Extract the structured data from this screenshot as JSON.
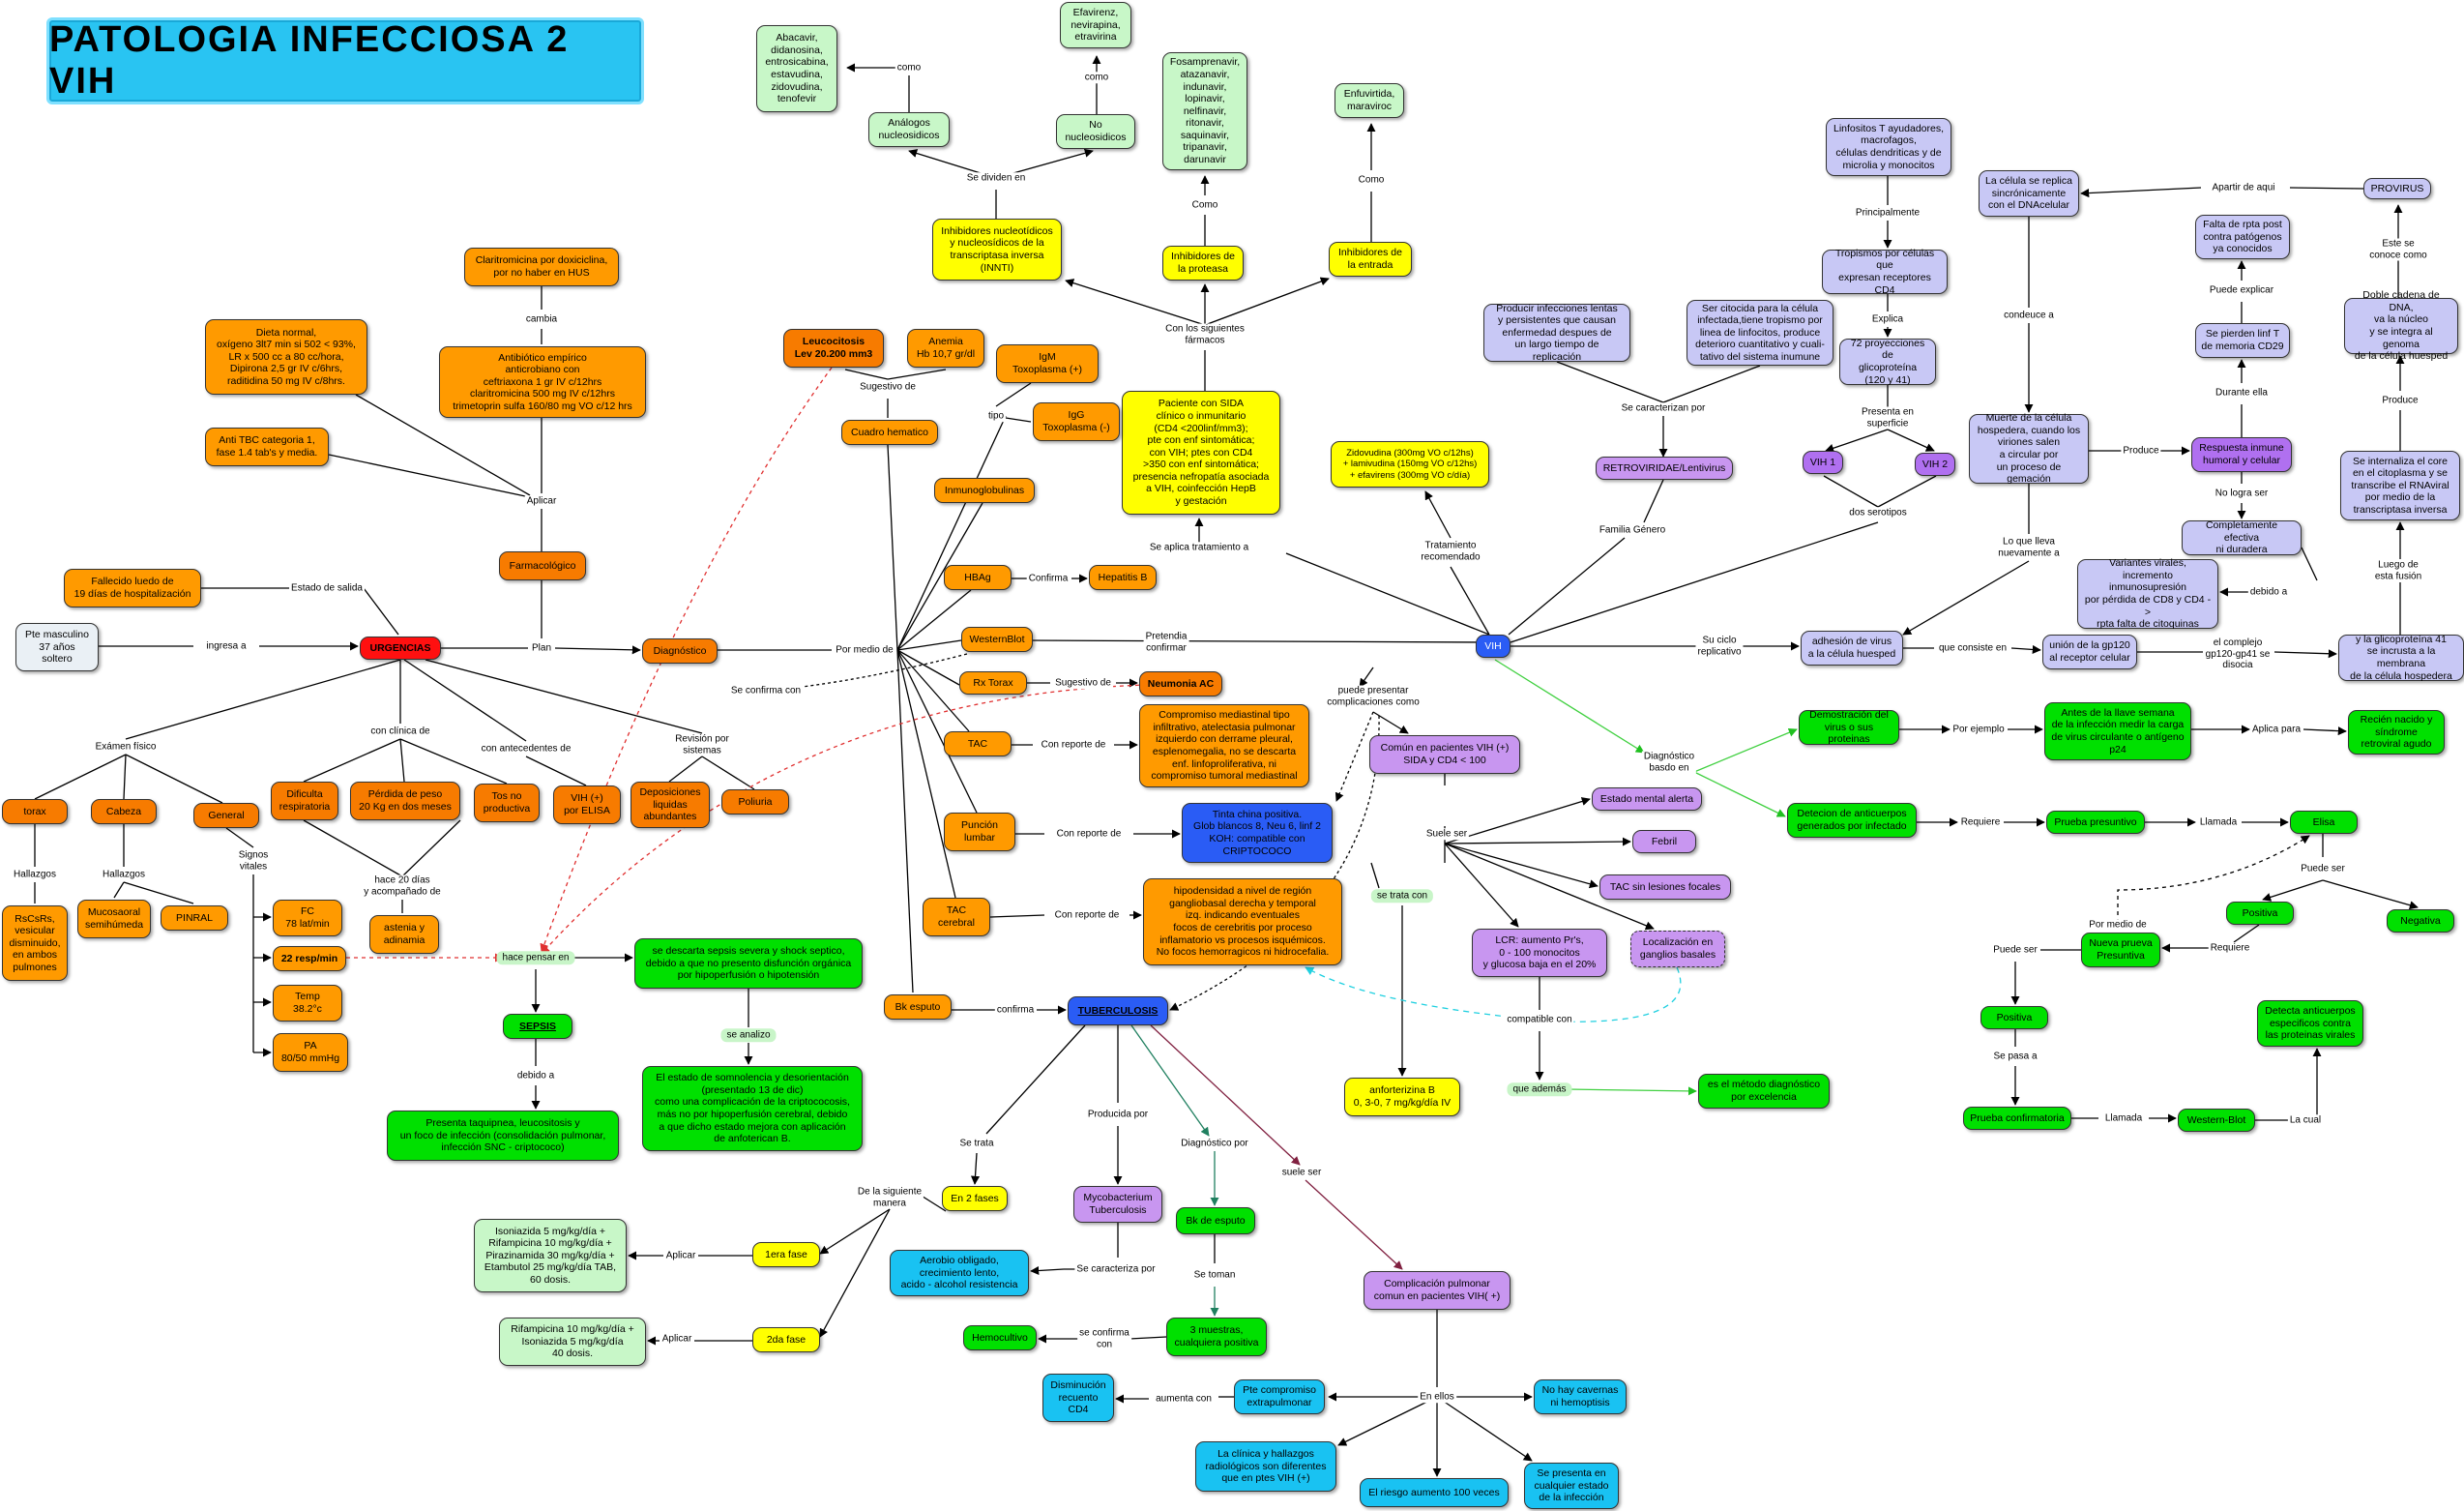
{
  "title": "PATOLOGIA INFECCIOSA 2 VIH",
  "nodes": {
    "abacavir": "Abacavir,\ndidanosina,\nentrosicabina,\nestavudina,\nzidovudina,\ntenofevir",
    "efavirenz": "Efavirenz,\nnevirapina,\netravirina",
    "fosamprenavir": "Fosamprenavir,\natazanavir,\nindunavir,\nlopinavir,\nnelfinavir,\nritonavir,\nsaquinavir,\ntripanavir,\ndarunavir",
    "enfuvirtida": "Enfuvirtida,\nmaraviroc",
    "analogos": "Análogos\nnucleosidicos",
    "no_nucleosidicos": "No\nnucleosidicos",
    "inti": "Inhibidores nucleotídicos\ny nucleosídicos de la\ntranscriptasa inversa\n(INNTI)",
    "proteasa": "Inhibidores de\nla proteasa",
    "entrada": "Inhibidores de\nla entrada",
    "paciente_sida": "Paciente con SIDA\nclínico o inmunitario\n(CD4 <200linf/mm3);\npte con enf sintomática;\ncon VIH; ptes con CD4\n>350 con enf sintomática;\npresencia nefropatía asociada\na VIH, coinfección HepB\ny gestación",
    "zidovudina": "Zidovudina (300mg VO c/12hs)\n+ lamivudina (150mg VO c/12hs)\n+ efavirens (300mg VO c/día)",
    "linfocitos": "Linfositos T ayudadores,\nmacrofagos,\ncélulas dendriticas y de\nmicrolia y monocitos",
    "tropismo": "Tropismos por células que\nexpresan receptores\nCD4",
    "proyecciones": "72 proyecciones de\nglicoproteína\n(120 y 41)",
    "vih1": "VIH 1",
    "vih2": "VIH 2",
    "producir": "Producir infecciones lentas\ny persistentes que causan\nenfermedad despues de\nun largo tiempo de replicación",
    "citocida": "Ser citocida para la célula\ninfectada,tiene tropismo por\nlinea de linfocitos, produce\ndeterioro cuantitativo y cuali-\ntativo del sistema inumune",
    "retroviridae": "RETROVIRIDAE/Lentivirus",
    "vih": "VIH",
    "replica": "La célula se replica\nsincrónicamente\ncon el DNAcelular",
    "provirus": "PROVIRUS",
    "falta_rpta": "Falta de rpta post\ncontra patógenos\nya conocidos",
    "pierden_linf": "Se pierden linf T\nde memoria CD29",
    "doble_cadena": "Doble cadena de DNA,\nva la núcleo\ny se integra al genoma\nde la célula huesped",
    "muerte": "Muerte de la célula\nhospedera, cuando los\nviriones salen\na circular por\nun proceso de gemación",
    "respuesta": "Respuesta inmune\nhumoral y celular",
    "completamente": "Completamente efectiva\nni duradera",
    "internaliza": "Se internaliza el core\nen el citoplasma y se\ntranscribe el RNAviral\npor medio de la\ntranscriptasa inversa",
    "variantes": "Variantes virales,\nincremento inmunosupresión\npor pérdida de CD8 y CD4 ->\nrpta falta de citoquinas",
    "adhesion": "adhesión de virus\na la célula huesped",
    "union": "unión de la gp120\nal receptor celular",
    "glicoproteina41": "y la glicoproteína 41\nse incrusta a la membrana\nde la célula hospedera",
    "demostracion": "Demostración del\nvirus o sus proteinas",
    "antes_llave": "Antes de la llave semana\nde la infección medir la carga\nde virus circulante o antígeno\np24",
    "recien_nacido": "Recién nacido y\nsíndrome\nretroviral agudo",
    "deteccion": "Detecion de anticuerpos\ngenerados por infectado",
    "prueba_presuntivo": "Prueba presuntivo",
    "elisa": "Elisa",
    "positiva1": "Positiva",
    "negativa": "Negativa",
    "nueva_prueba": "Nueva prueva\nPresuntiva",
    "positiva2": "Positiva",
    "prueba_confirmatoria": "Prueba confirmatoria",
    "western_blot2": "Western-Blot",
    "detecta_anticuerpos": "Detecta anticuerpos\nespecificos contra\nlas proteinas virales",
    "claritromicina": "Claritromicina por doxiciclina,\npor no haber en HUS",
    "antibiotico": "Antibiótico empírico\nanticrobiano con\nceftriaxona 1 gr IV c/12hrs\nclaritromicina 500 mg IV c/12hrs\ntrimetoprin sulfa 160/80 mg VO c/12 hrs",
    "dieta": "Dieta normal,\noxígeno 3lt7 min si 502 < 93%,\nLR x 500 cc a 80 cc/hora,\nDipirona 2,5 gr IV c/6hrs,\nraditidina 50 mg IV c/8hrs.",
    "anti_tbc": "Anti TBC categoria 1,\nfase 1.4 tab's y media.",
    "farmacologico": "Farmacológico",
    "fallecido": "Fallecido luedo de\n19 días de hospitalización",
    "pte": "Pte masculino\n37 años\nsoltero",
    "urgencias": "URGENCIAS",
    "diagnostico": "Diagnóstico",
    "leucocitosis": "Leucocitosis\nLev 20.200 mm3",
    "anemia": "Anemia\nHb 10,7 gr/dl",
    "igm": "IgM\nToxoplasma (+)",
    "igg": "IgG\nToxoplasma (-)",
    "cuadro_hematico": "Cuadro hematico",
    "inmunoglobulinas": "Inmunoglobulinas",
    "hbag": "HBAg",
    "hepatitis": "Hepatitis B",
    "westernblot": "WesternBlot",
    "rx_torax": "Rx Torax",
    "neumonia": "Neumonia AC",
    "tac1": "TAC",
    "compromiso": "Compromiso mediastinal tipo\ninfiltrativo, atelectasia pulmonar\nizquierdo con derrame pleural,\nesplenomegalia, no se descarta\nenf. linfoproliferativa, ni\ncompromiso tumoral mediastinal",
    "puncion": "Punción\nlumbar",
    "tinta_china": "Tinta china positiva.\nGlob blancos 8, Neu 6, linf 2\nKOH: compatible con\nCRIPTOCOCO",
    "tac_cerebral": "TAC\ncerebral",
    "hipodensidad": "hipodensidad a nivel de región\ngangliobasal derecha y temporal\nizq. indicando eventuales\nfocos de cerebritis por proceso\ninflamatorio vs procesos isquémicos.\nNo focos hemorragicos ni hidrocefalia.",
    "bk_esputo": "Bk esputo",
    "tuberculosis": "TUBERCULOSIS",
    "comun_vih": "Común en pacientes VIH (+)\nSIDA y CD4 < 100",
    "estado_mental": "Estado mental alerta",
    "febril": "Febril",
    "tac_sin": "TAC sin lesiones focales",
    "lcr": "LCR: aumento Pr's,\n0 - 100 monocitos\ny glucosa baja en el 20%",
    "localizacion": "Localización en\nganglios basales",
    "anfoterisina": "anforterizina B\n0, 3-0, 7 mg/kg/día IV",
    "metodo": "es el método diagnóstico\npor excelencia",
    "torax": "torax",
    "cabeza": "Cabeza",
    "general": "General",
    "rscsrs": "RsCsRs,\nvesicular\ndisminuido,\nen ambos\npulmones",
    "mucosaoral": "Mucosaoral\nsemihúmeda",
    "pinral": "PINRAL",
    "dificulta": "Dificulta\nrespiratoria",
    "perdida": "Pérdida de peso\n20 Kg en dos meses",
    "tos": "Tos no\nproductiva",
    "vih_elisa": "VIH (+)\npor ELISA",
    "deposiciones": "Deposiciones\nliquidas\nabundantes",
    "poliuria": "Poliuria",
    "astenia": "astenia y\nadinamia",
    "fc": "FC\n78 lat/min",
    "resp": "22 resp/min",
    "temp": "Temp\n38.2°c",
    "pa": "PA\n80/50 mmHg",
    "descarta_sepsis": "se descarta sepsis severa y shock septico,\ndebido a que no presento disfunción orgánica\npor hipoperfusión o hipotensión",
    "sepsis": "SEPSIS",
    "presenta_taquipnea": "Presenta taquipnea, leucositosis y\nun foco de infección (consolidación pulmonar,\ninfección SNC - criptococo)",
    "estado_somnolencia": "El estado de somnolencia y desorientación\n(presentado 13 de dic)\ncomo una complicación de la criptococosis,\nmás no por hipoperfusión cerebral, debido\na que dicho estado mejora con aplicación\nde anfoterican B.",
    "en_2_fases": "En 2 fases",
    "mycobacterium": "Mycobacterium\nTuberculosis",
    "bk_esputo2": "Bk de esputo",
    "primera_fase": "1era fase",
    "segunda_fase": "2da fase",
    "isoniazida1": "Isoniazida 5 mg/kg/día +\nRifampicina 10 mg/kg/día +\nPirazinamida 30 mg/kg/día +\nEtambutol 25 mg/kg/día TAB,\n60 dosis.",
    "rifampicina2": "Rifampicina 10 mg/kg/día +\nIsoniazida 5 mg/kg/día\n40 dosis.",
    "aerobio": "Aerobio obligado,\ncrecimiento lento,\nacido - alcohol resistencia",
    "tres_muestras": "3 muestras,\ncualquiera positiva",
    "hemocultivo": "Hemocultivo",
    "complicacion": "Complicación pulmonar\ncomun en pacientes VIH( +)",
    "disminucion": "Disminución\nrecuento\nCD4",
    "pte_compromiso": "Pte compromiso\nextrapulmonar",
    "no_cavernas": "No hay cavernas\nni hemoptisis",
    "clinica_hallazgos": "La clínica y hallazgos\nradiológicos son diferentes\nque en ptes VIH (+)",
    "riesgo": "El riesgo aumento 100 veces",
    "presenta_cualquier": "Se presenta en\ncualquier estado\nde la infección"
  },
  "labels": {
    "como1": "como",
    "como2": "como",
    "como3": "Como",
    "como4": "Como",
    "se_dividen": "Se dividen en",
    "siguientes": "Con los siguientes\nfármacos",
    "aplica_tratamiento": "Se aplica tratamiento a",
    "tratamiento_recomendado": "Tratamiento\nrecomendado",
    "principalmente": "Principalmente",
    "explica": "Explica",
    "presenta_superficie": "Presenta en\nsuperficie",
    "dos_serotipos": "dos serotipos",
    "se_caracterizan": "Se caracterizan por",
    "familia_genero": "Familia Género",
    "apartir": "Apartir de aqui",
    "este_se_conoce": "Este se conoce como",
    "puede_explicar": "Puede explicar",
    "durante_ella": "Durante ella",
    "condeuce": "condeuce a",
    "produce1": "Produce",
    "produce2": "Produce",
    "no_logra": "No logra ser",
    "debido_a1": "debido a",
    "lo_que_lleva": "Lo que lleva\nnuevamente a",
    "luego_fusion": "Luego de esta fusión",
    "su_ciclo": "Su ciclo\nreplicativo",
    "consiste": "que consiste en",
    "complejo": "el complejo\ngp120-gp41 se\ndisocia",
    "pretendia": "Pretendia\nconfirmar",
    "diagnostico_basado": "Diagnóstico\nbasdo en",
    "por_ejemplo": "Por ejemplo",
    "aplica_para": "Aplica para",
    "requiere1": "Requiere",
    "llamada1": "Llamada",
    "puede_ser1": "Puede ser",
    "por_medio_de1": "Por medio de",
    "requiere2": "Requiere",
    "puede_ser2": "Puede ser",
    "se_pasa": "Se pasa a",
    "llamada2": "Llamada",
    "la_cual": "La cual",
    "cambia": "cambia",
    "aplicar1": "Aplicar",
    "estado_salida": "Estado de salida",
    "ingresa": "ingresa a",
    "plan": "Plan",
    "por_medio_de2": "Por medio de",
    "sugestivo1": "Sugestivo de",
    "tipo": "tipo",
    "confirma1": "Confirma",
    "sugestivo2": "Sugestivo de",
    "reporte1": "Con reporte de",
    "reporte2": "Con reporte de",
    "reporte3": "Con reporte de",
    "confirma2": "confirma",
    "se_confirma_con": "Se confirma con",
    "puede_presentar": "puede presentar\ncomplicaciones como",
    "suele_ser1": "Suele ser",
    "se_trata_con": "se trata con",
    "compatible": "compatible con",
    "que_ademas": "que además",
    "examen_fisico": "Exámen físico",
    "clinica_de": "con clínica de",
    "antecedentes": "con antecedentes de",
    "revision": "Revisión por\nsistemas",
    "hallazgos1": "Hallazgos",
    "hallazgos2": "Hallazgos",
    "signos_vitales": "Signos\nvitales",
    "hace_20": "hace 20 días\ny acompañado de",
    "hace_pensar": "hace pensar en",
    "se_analizo": "se analizo",
    "debido_a2": "debido a",
    "se_trata": "Se trata",
    "producida": "Producida por",
    "diagnostico_por": "Diagnóstico por",
    "suele_ser2": "suele ser",
    "siguiente_manera": "De la siguiente\nmanera",
    "aplicar2": "Aplicar",
    "aplicar3": "Aplicar",
    "se_caracteriza": "Se caracteriza por",
    "se_toman": "Se toman",
    "se_confirma_con2": "se confirma\ncon",
    "en_ellos": "En ellos",
    "aumenta_con": "aumenta con"
  },
  "colors": {
    "orange": "#ff9a00",
    "red": "#ff1010",
    "green": "#00e000",
    "yellow": "#ffff00",
    "blue": "#2a5cf5",
    "lavender": "#c8c8f5",
    "purple": "#c896f0",
    "cyan": "#19c2f2",
    "title_bg": "#29c4f2"
  }
}
